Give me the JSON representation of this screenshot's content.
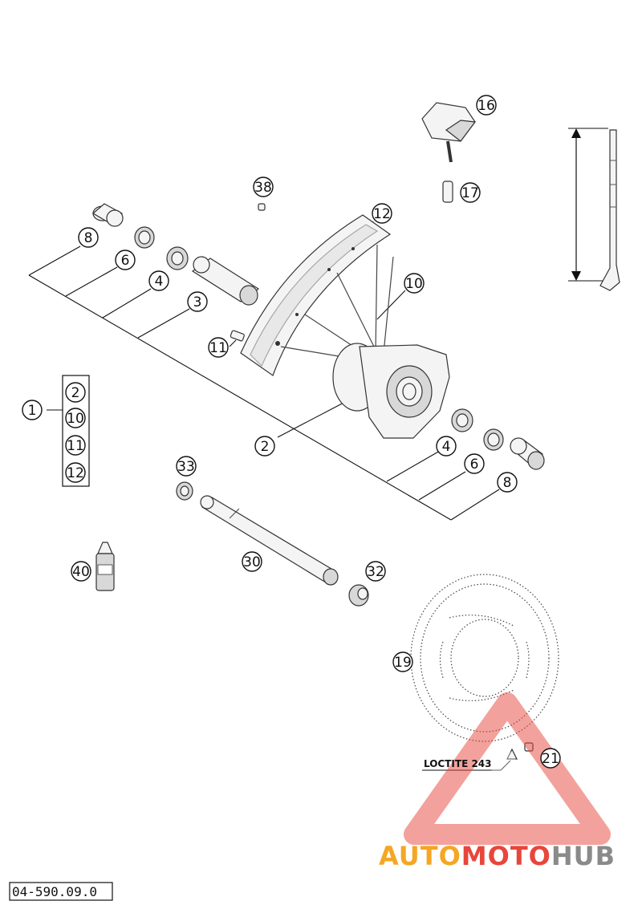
{
  "callouts": {
    "c1": "1",
    "c2_box": "2",
    "c10_box": "10",
    "c11_box": "11",
    "c12_box": "12",
    "c2": "2",
    "c3": "3",
    "c4_left": "4",
    "c4_right": "4",
    "c6_left": "6",
    "c6_right": "6",
    "c8_left": "8",
    "c8_right": "8",
    "c10": "10",
    "c11": "11",
    "c12": "12",
    "c16": "16",
    "c17": "17",
    "c19": "19",
    "c21": "21",
    "c30": "30",
    "c32": "32",
    "c33": "33",
    "c38": "38",
    "c40": "40"
  },
  "notes": {
    "loctite": "LOCTITE 243"
  },
  "doc_number": "04-590.09.0",
  "watermark": {
    "word_part1": "AUTO",
    "word_part2": "MOTO",
    "word_part3": "HUB",
    "colors": {
      "orange": "#f5a623",
      "red": "#e8463c",
      "grey": "#8a8a8a"
    }
  }
}
